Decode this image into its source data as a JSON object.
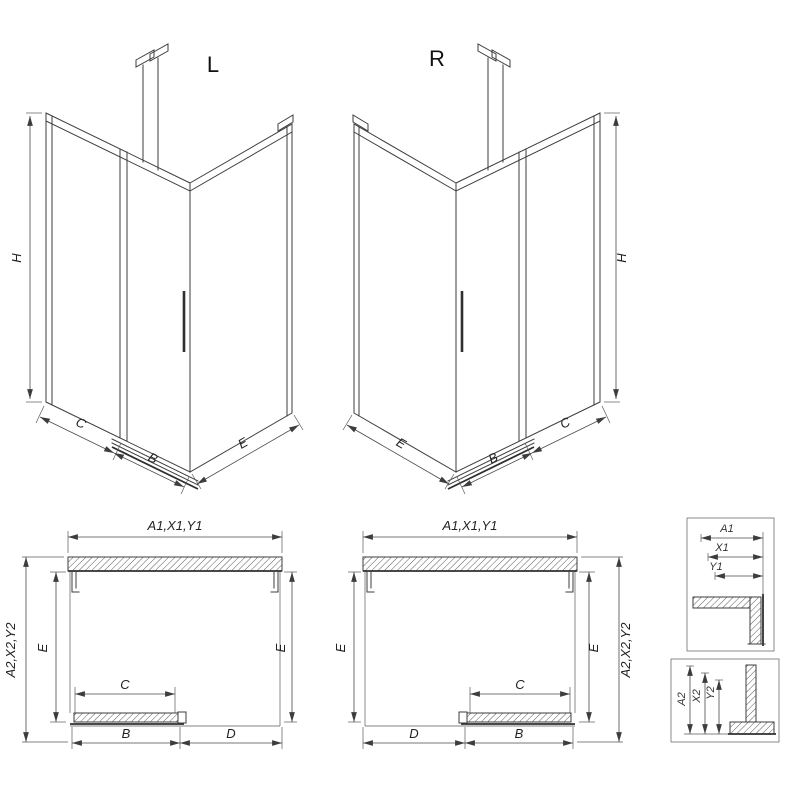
{
  "drawing": {
    "iso_left": {
      "label": "L",
      "dim_h": "H",
      "dim_c": "C",
      "dim_b": "B",
      "dim_e": "E"
    },
    "iso_right": {
      "label": "R",
      "dim_h": "H",
      "dim_c": "C",
      "dim_b": "B",
      "dim_e": "E"
    },
    "plan_left": {
      "dim_top": "A1,X1,Y1",
      "dim_side": "A2,X2,Y2",
      "dim_e_left": "E",
      "dim_e_right": "E",
      "dim_c": "C",
      "dim_b": "B",
      "dim_d": "D"
    },
    "plan_right": {
      "dim_top": "A1,X1,Y1",
      "dim_side": "A2,X2,Y2",
      "dim_e_left": "E",
      "dim_e_right": "E",
      "dim_c": "C",
      "dim_b": "B",
      "dim_d": "D"
    },
    "detail_top": {
      "dim_a1": "A1",
      "dim_x1": "X1",
      "dim_y1": "Y1"
    },
    "detail_bottom": {
      "dim_a2": "A2",
      "dim_x2": "X2",
      "dim_y2": "Y2"
    },
    "colors": {
      "line": "#3d3d3d",
      "background": "#ffffff"
    }
  }
}
